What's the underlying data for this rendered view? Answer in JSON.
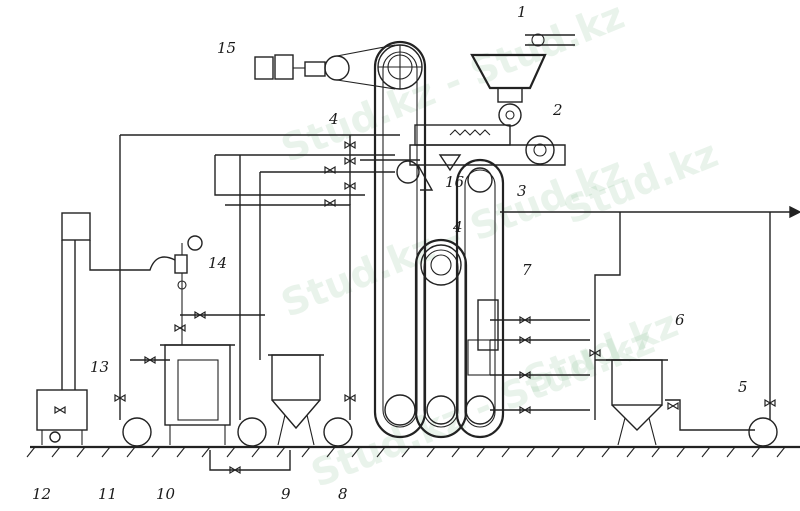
{
  "labels": {
    "l1": "1",
    "l2": "2",
    "l3": "3",
    "l4a": "4",
    "l4b": "4",
    "l5": "5",
    "l6": "6",
    "l7": "7",
    "l8": "8",
    "l9": "9",
    "l10": "10",
    "l11": "11",
    "l12": "12",
    "l13": "13",
    "l14": "14",
    "l15": "15",
    "l16": "16"
  },
  "watermark": {
    "w1": "Stud.kz - Stud.kz",
    "w2": "Stud.kz - Stud.kz",
    "w3": "Stud.kz - Stud.kz",
    "w4": "Stud.kz",
    "w5": "Stud.kz"
  },
  "colors": {
    "line": "#222222",
    "watermark": "#78b482"
  }
}
